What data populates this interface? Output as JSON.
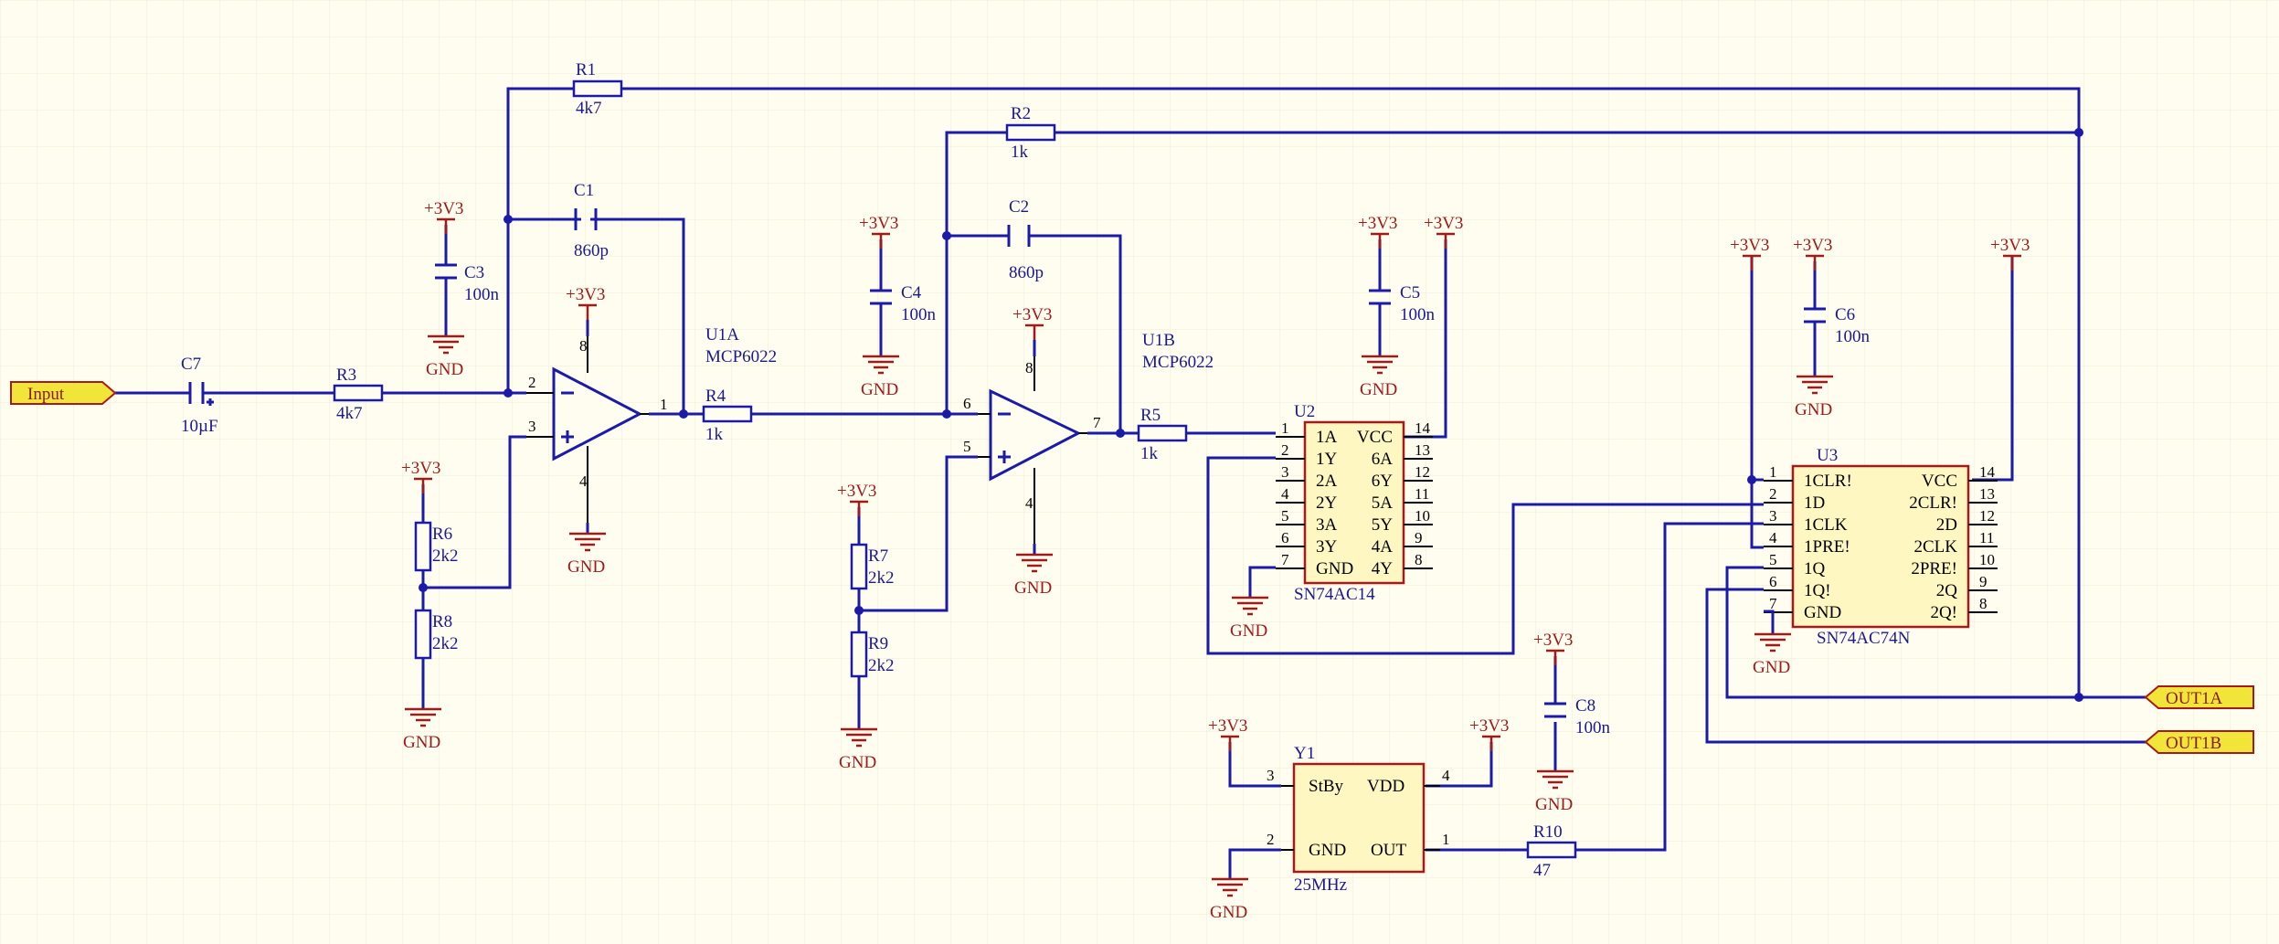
{
  "components": {
    "r1": {
      "ref": "R1",
      "value": "4k7"
    },
    "r2": {
      "ref": "R2",
      "value": "1k"
    },
    "r3": {
      "ref": "R3",
      "value": "4k7"
    },
    "r4": {
      "ref": "R4",
      "value": "1k"
    },
    "r5": {
      "ref": "R5",
      "value": "1k"
    },
    "r6": {
      "ref": "R6",
      "value": "2k2"
    },
    "r7": {
      "ref": "R7",
      "value": "2k2"
    },
    "r8": {
      "ref": "R8",
      "value": "2k2"
    },
    "r9": {
      "ref": "R9",
      "value": "2k2"
    },
    "r10": {
      "ref": "R10",
      "value": "47"
    },
    "c1": {
      "ref": "C1",
      "value": "860p"
    },
    "c2": {
      "ref": "C2",
      "value": "860p"
    },
    "c3": {
      "ref": "C3",
      "value": "100n"
    },
    "c4": {
      "ref": "C4",
      "value": "100n"
    },
    "c5": {
      "ref": "C5",
      "value": "100n"
    },
    "c6": {
      "ref": "C6",
      "value": "100n"
    },
    "c7": {
      "ref": "C7",
      "value": "10µF"
    },
    "c8": {
      "ref": "C8",
      "value": "100n"
    },
    "u1a": {
      "ref": "U1A",
      "value": "MCP6022"
    },
    "u1b": {
      "ref": "U1B",
      "value": "MCP6022"
    },
    "y1": {
      "ref": "Y1",
      "value": "25MHz",
      "pins": {
        "stby": "StBy",
        "vdd": "VDD",
        "gnd": "GND",
        "out": "OUT"
      }
    }
  },
  "power": {
    "v3": "+3V3",
    "gnd": "GND"
  },
  "opamp_pins": {
    "inv": "2",
    "noninv": "3",
    "out": "1",
    "vcc": "8",
    "gnd": "4",
    "inv_b": "6",
    "noninv_b": "5",
    "out_b": "7"
  },
  "u2": {
    "ref": "U2",
    "part": "SN74AC14",
    "left_pins": [
      "1A",
      "1Y",
      "2A",
      "2Y",
      "3A",
      "3Y",
      "GND"
    ],
    "right_pins": [
      "VCC",
      "6A",
      "6Y",
      "5A",
      "5Y",
      "4A",
      "4Y"
    ],
    "left_nums": [
      "1",
      "2",
      "3",
      "4",
      "5",
      "6",
      "7"
    ],
    "right_nums": [
      "14",
      "13",
      "12",
      "11",
      "10",
      "9",
      "8"
    ]
  },
  "u3": {
    "ref": "U3",
    "part": "SN74AC74N",
    "left_pins": [
      "1CLR!",
      "1D",
      "1CLK",
      "1PRE!",
      "1Q",
      "1Q!",
      "GND"
    ],
    "right_pins": [
      "VCC",
      "2CLR!",
      "2D",
      "2CLK",
      "2PRE!",
      "2Q",
      "2Q!"
    ],
    "left_nums": [
      "1",
      "2",
      "3",
      "4",
      "5",
      "6",
      "7"
    ],
    "right_nums": [
      "14",
      "13",
      "12",
      "11",
      "10",
      "9",
      "8"
    ]
  },
  "ports": {
    "input": "Input",
    "out1a": "OUT1A",
    "out1b": "OUT1B"
  },
  "colors": {
    "wire": "#1b1ba8",
    "power": "#a01a1a",
    "ic_fill": "#fff7c2",
    "port_fill": "#f2e53a",
    "background": "#fffdf0"
  }
}
